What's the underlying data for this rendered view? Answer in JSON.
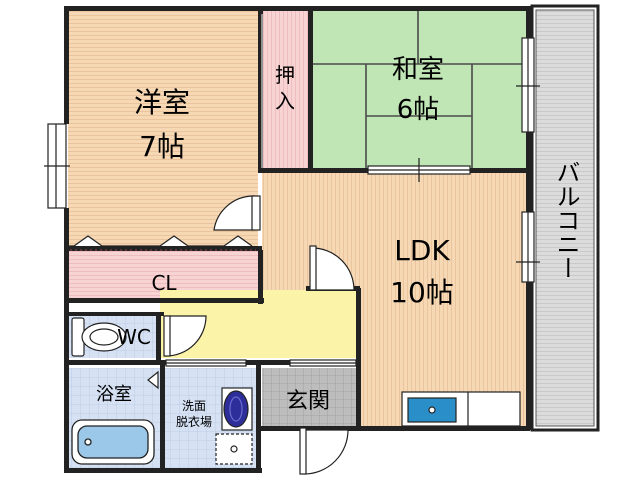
{
  "rooms": {
    "western": {
      "name": "洋室",
      "size": "7帖"
    },
    "closet_oshiire": {
      "line1": "押",
      "line2": "入"
    },
    "japanese": {
      "name": "和室",
      "size": "6帖"
    },
    "balcony": {
      "name": "バルコニー"
    },
    "cl": {
      "name": "CL"
    },
    "ldk": {
      "name": "LDK",
      "size": "10帖"
    },
    "wc": {
      "name": "WC"
    },
    "bath": {
      "name": "浴室"
    },
    "washroom": {
      "line1": "洗面",
      "line2": "脱衣場"
    },
    "entrance": {
      "name": "玄関"
    }
  },
  "colors": {
    "western_room": "#f6d8b4",
    "closet": "#f8d3d3",
    "tatami": "#bfe6b4",
    "ldk": "#f6d8b4",
    "corridor": "#fbf3a8",
    "wet_area": "#d6e2f4",
    "entrance_floor": "#bdbdbd",
    "balcony": "#dcdcdc",
    "wall": "#222222",
    "sink": "#2a8fc8",
    "toilet_bowl": "#2e2e9a"
  }
}
